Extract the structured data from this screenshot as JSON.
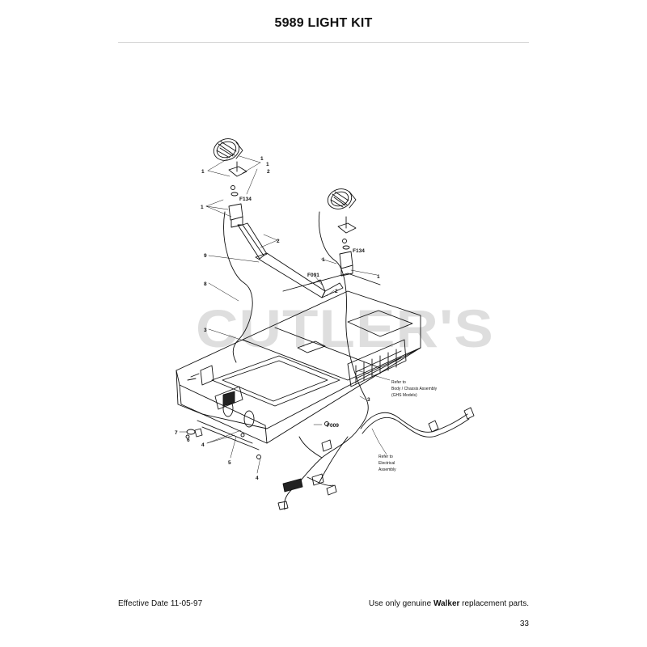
{
  "page": {
    "title": "5989 LIGHT KIT",
    "watermark": "CUTLER'S",
    "footer": {
      "effective_date": "Effective Date 11-05-97",
      "notice_prefix": "Use only genuine ",
      "notice_brand": "Walker",
      "notice_suffix": " replacement parts.",
      "page_number": "33"
    }
  },
  "diagram": {
    "callouts": {
      "c1a": "1",
      "c1b": "1",
      "c1c": "1",
      "c2a": "2",
      "c2b": "2",
      "c2c": "2",
      "c1d": "1",
      "c1e": "1",
      "c1f": "1",
      "f134a": "F134",
      "f134b": "F134",
      "c9": "9",
      "c8": "8",
      "c3a": "3",
      "f091": "F091",
      "c3b": "3",
      "f009": "F009",
      "c7": "7",
      "c6": "6",
      "c4a": "4",
      "c5": "5",
      "c4b": "4"
    },
    "refer_body": [
      "Refer to",
      "Body / Chassis Assembly",
      "(GHS Models)"
    ],
    "refer_electrical": [
      "Refer to",
      "Electrical",
      "Assembly"
    ]
  }
}
